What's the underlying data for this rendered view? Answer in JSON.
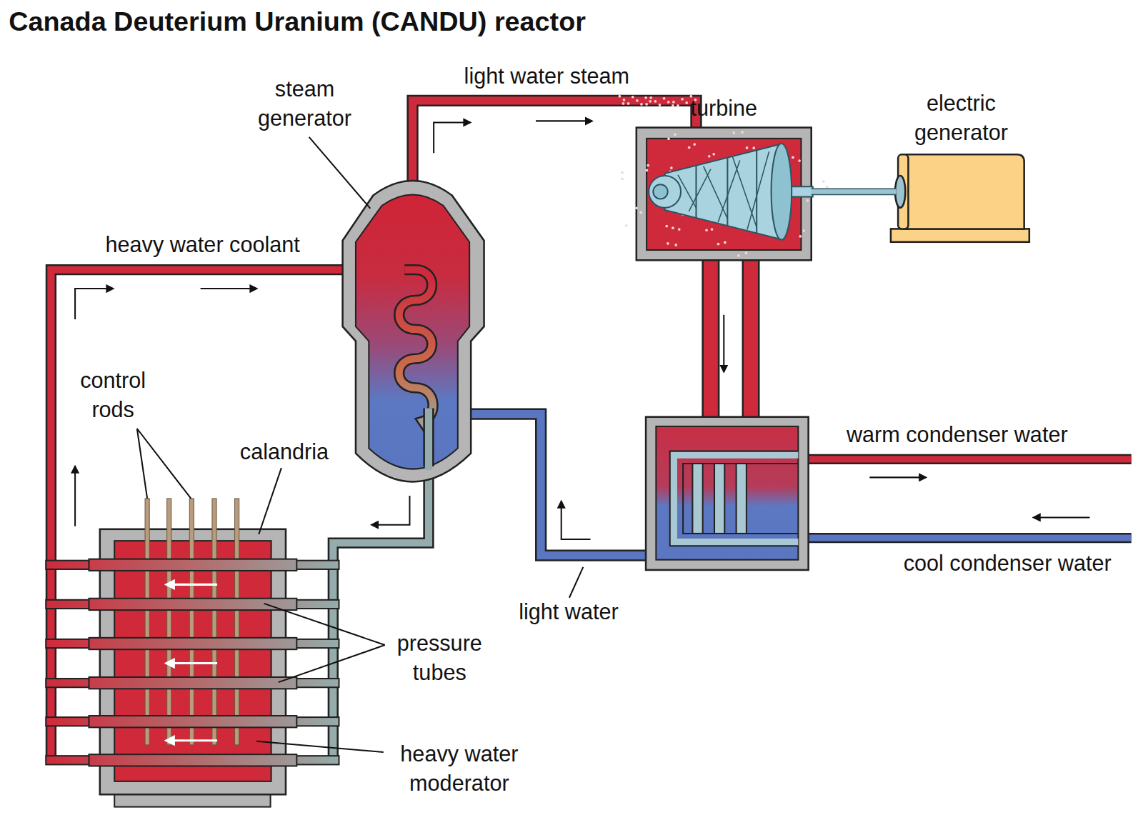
{
  "diagram": {
    "title": "Canada Deuterium Uranium (CANDU) reactor",
    "nodes": [
      {
        "text": [
          "turbine"
        ]
      },
      {
        "text": [
          "electric generator"
        ]
      }
    ],
    "edges": [
      {
        "from": 0,
        "to": 1,
        "arrow": "none"
      }
    ],
    "labels": [
      "steam generator",
      "light water steam",
      "heavy water coolant",
      "control rods",
      "calandria",
      "pressure tubes",
      "heavy water moderator",
      "light water",
      "warm condenser water",
      "cool condenser water"
    ]
  }
}
